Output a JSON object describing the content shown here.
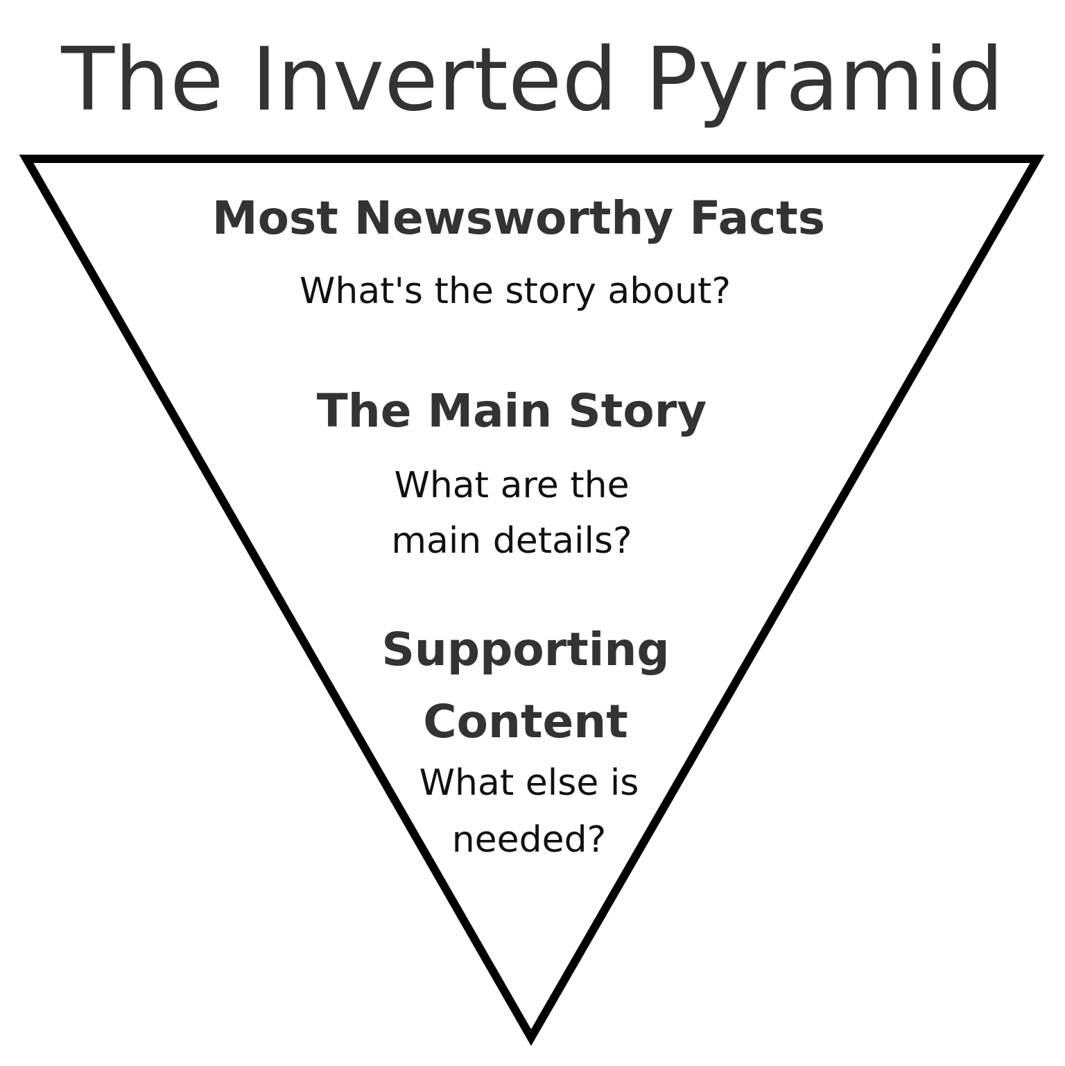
{
  "title": "The Inverted Pyramid",
  "levels": [
    {
      "heading_lines": [
        "Most Newsworthy Facts"
      ],
      "question_lines": [
        "What's the story about?"
      ]
    },
    {
      "heading_lines": [
        "The Main Story"
      ],
      "question_lines": [
        "What are the",
        "main details?"
      ]
    },
    {
      "heading_lines": [
        "Supporting",
        "Content"
      ],
      "question_lines": [
        "What else is",
        "needed?"
      ]
    }
  ],
  "colors": {
    "outline": "#000000",
    "fill": "#ffffff",
    "text": "#333333"
  }
}
